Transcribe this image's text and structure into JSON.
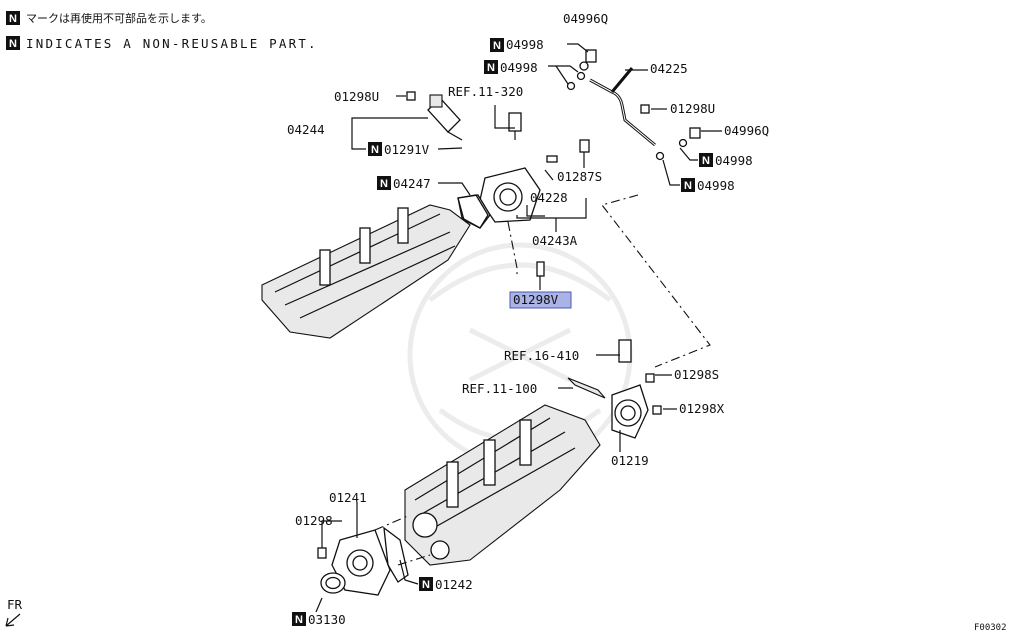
{
  "notes": {
    "jp": "マークは再使用不可部品を示します。",
    "en": "INDICATES A NON-REUSABLE PART.",
    "badge": "N"
  },
  "parts": {
    "p04996Q_top": "04996Q",
    "p04998_a": "04998",
    "p04998_b": "04998",
    "p04225": "04225",
    "p01298U_left": "01298U",
    "ref_11_320": "REF.11-320",
    "p01298U_right": "01298U",
    "p04996Q_right": "04996Q",
    "p04244": "04244",
    "p01291V": "01291V",
    "p04998_c": "04998",
    "p04998_d": "04998",
    "p04247": "04247",
    "p01287S": "01287S",
    "p04228": "04228",
    "p04243A": "04243A",
    "p01298V": "01298V",
    "ref_16_410": "REF.16-410",
    "p01298S": "01298S",
    "ref_11_100": "REF.11-100",
    "p01298X": "01298X",
    "p01219": "01219",
    "p01241": "01241",
    "p01298": "01298",
    "p01242": "01242",
    "p03130": "03130"
  },
  "footer": {
    "fr": "FR",
    "figure_code": "F00302"
  },
  "colors": {
    "highlight": "#a9b3e6",
    "ink": "#111111"
  }
}
